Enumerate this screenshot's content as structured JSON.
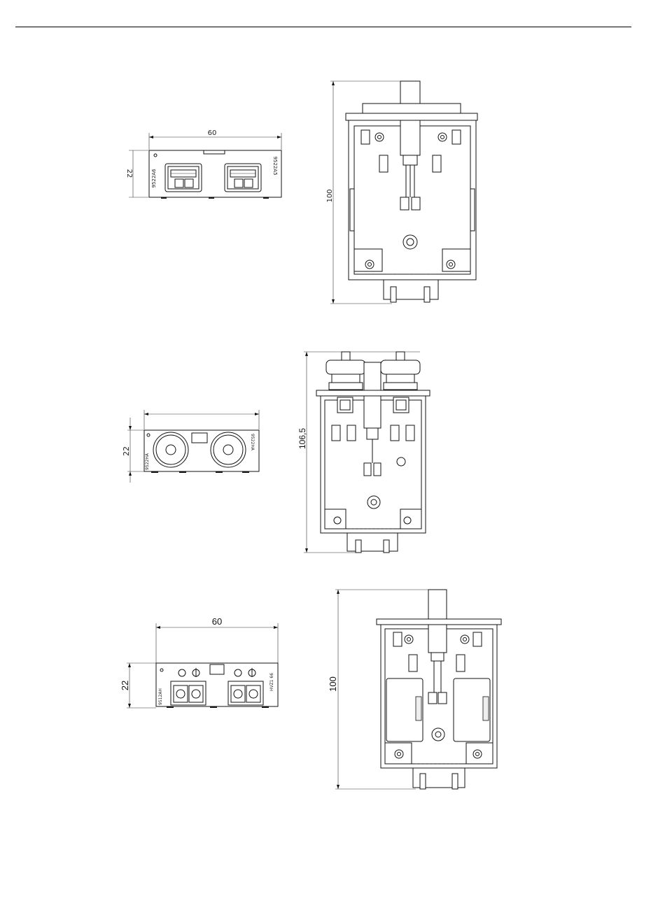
{
  "figure1": {
    "front_width": "60",
    "front_height": "22",
    "front_label_left": "9522A6",
    "front_label_right": "9522A5",
    "side_length": "100"
  },
  "figure2": {
    "front_height": "22",
    "front_label_left": "9522HA",
    "front_label_right": "9522HA",
    "side_length": "106,5"
  },
  "figure3": {
    "front_width": "60",
    "front_height": "22",
    "front_label_left": "9512AH",
    "front_label_right": "HVZ1 66",
    "side_length": "100"
  }
}
